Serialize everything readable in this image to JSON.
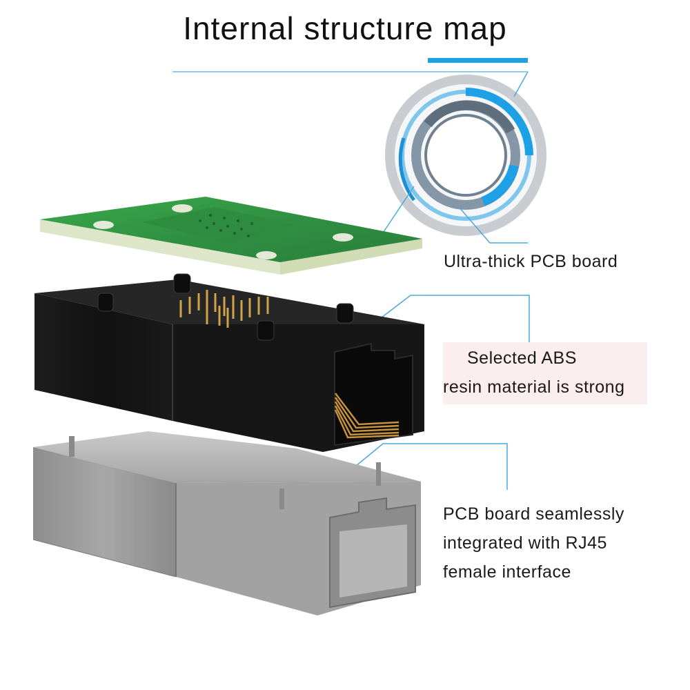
{
  "title": "Internal structure map",
  "callouts": {
    "pcb_board": "Ultra-thick PCB board",
    "abs_material": {
      "line1": "Selected ABS",
      "line2": "resin material is strong"
    },
    "integration": {
      "line1": "PCB board seamlessly",
      "line2": "integrated with RJ45",
      "line3": "female interface"
    }
  },
  "colors": {
    "accent": "#1ea0e6",
    "pcb_green": "#3f9a4a",
    "housing_black": "#141414",
    "shield_metal": "#9a9a9a",
    "pin_gold": "#c8933a"
  }
}
